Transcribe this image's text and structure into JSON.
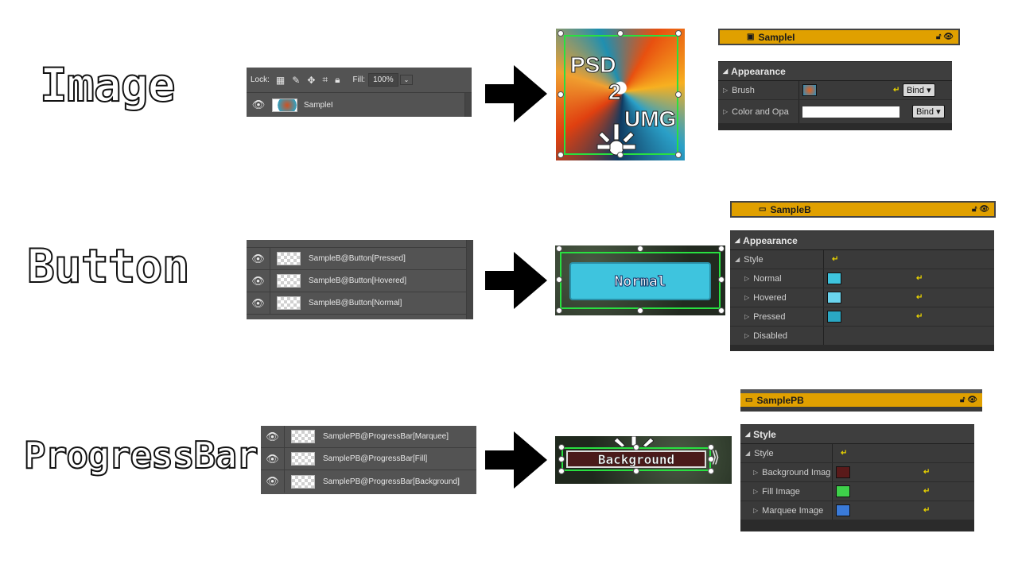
{
  "rows": {
    "image": {
      "title": "Image",
      "ps": {
        "lock_label": "Lock:",
        "fill_label": "Fill:",
        "fill_value": "100%",
        "layers": [
          "SampleI"
        ]
      },
      "canvas": {
        "line1": "PSD",
        "line2": "2",
        "line3": "UMG"
      },
      "ue_header": "SampleI",
      "ue_panel": {
        "section": "Appearance",
        "props": [
          {
            "name": "Brush",
            "bind": "Bind"
          },
          {
            "name": "Color and Opa",
            "bind": "Bind"
          }
        ]
      }
    },
    "button": {
      "title": "Button",
      "ps": {
        "layers": [
          "SampleB@Button[Pressed]",
          "SampleB@Button[Hovered]",
          "SampleB@Button[Normal]"
        ]
      },
      "canvas": {
        "button_label": "Normal"
      },
      "ue_header": "SampleB",
      "ue_panel": {
        "section": "Appearance",
        "props": [
          "Style",
          "Normal",
          "Hovered",
          "Pressed",
          "Disabled"
        ]
      }
    },
    "progress": {
      "title": "ProgressBar",
      "ps": {
        "layers": [
          "SamplePB@ProgressBar[Marquee]",
          "SamplePB@ProgressBar[Fill]",
          "SamplePB@ProgressBar[Background]"
        ]
      },
      "canvas": {
        "bar_label": "Background"
      },
      "ue_header": "SamplePB",
      "ue_panel": {
        "section": "Style",
        "props": [
          "Style",
          "Background Imag",
          "Fill Image",
          "Marquee Image"
        ]
      }
    }
  },
  "colors": {
    "selection_green": "#28e040",
    "ue_header": "#e0a000",
    "button_cyan": "#3ec4de",
    "bar_red": "#4a1a1a"
  }
}
